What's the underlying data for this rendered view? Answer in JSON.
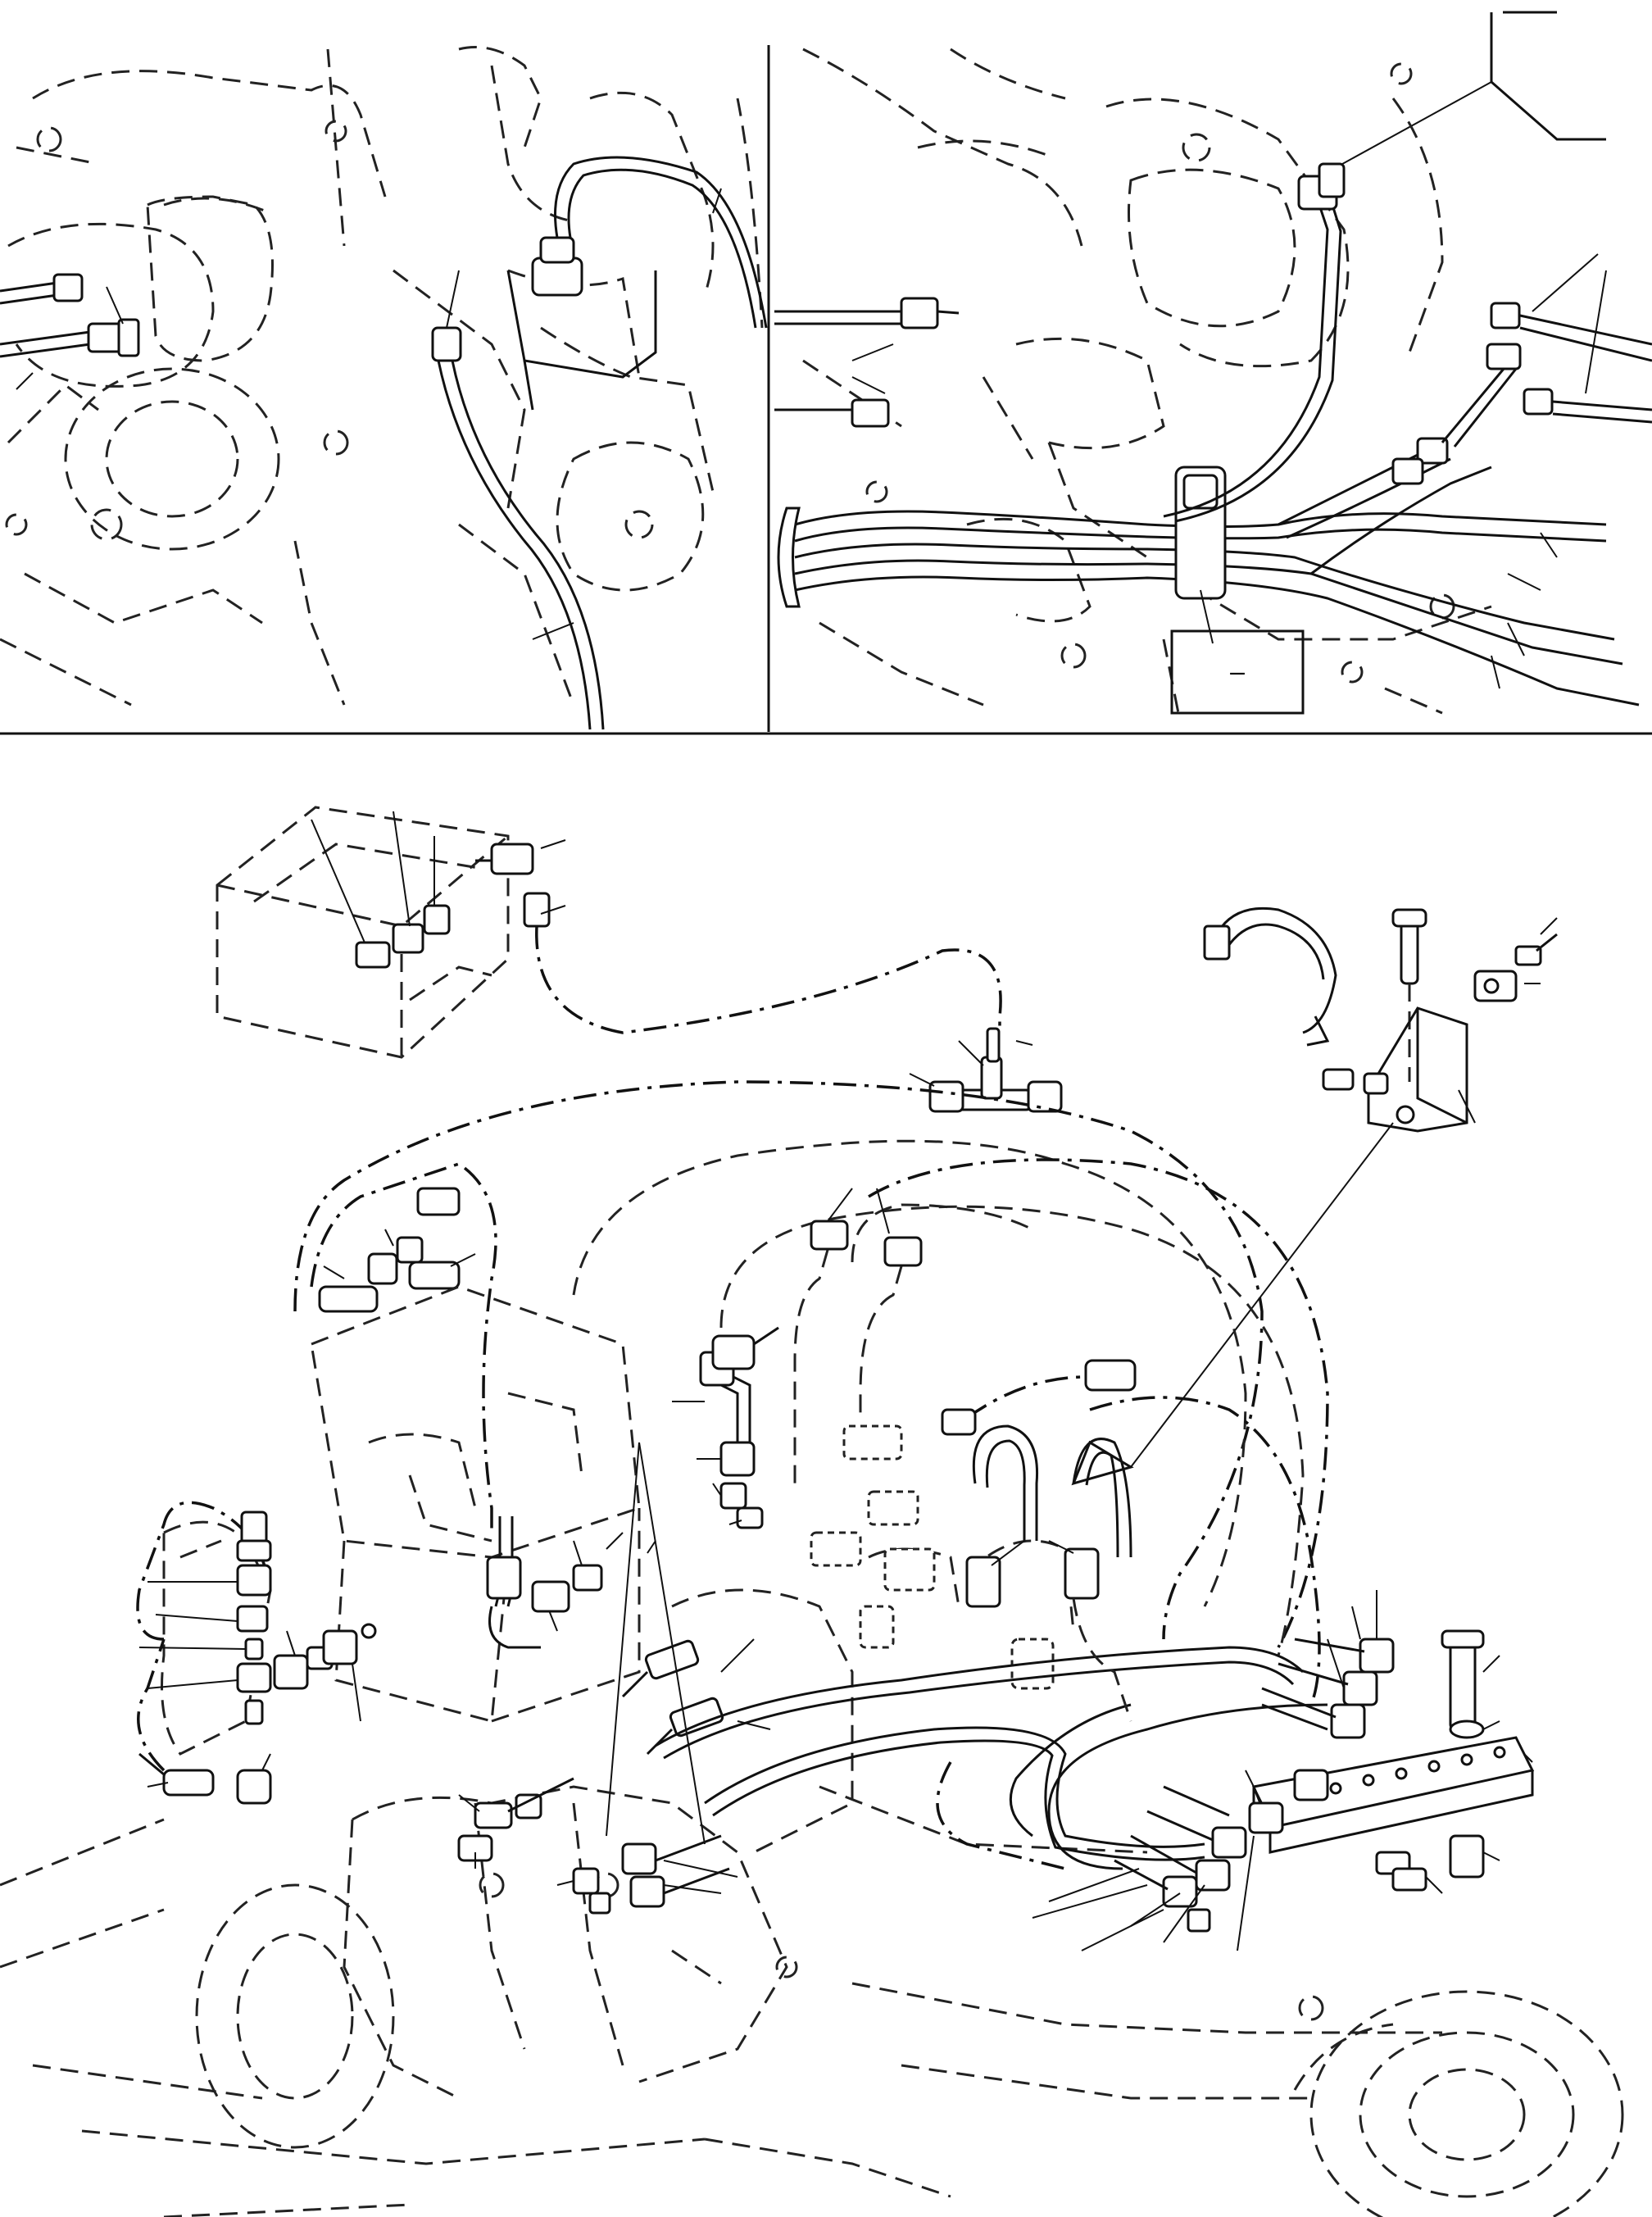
{
  "diagram": {
    "panels": [
      {
        "id": "top-left-view"
      },
      {
        "id": "top-right-view"
      },
      {
        "id": "bottom-exploded-view"
      }
    ],
    "label_box_text": "–"
  }
}
